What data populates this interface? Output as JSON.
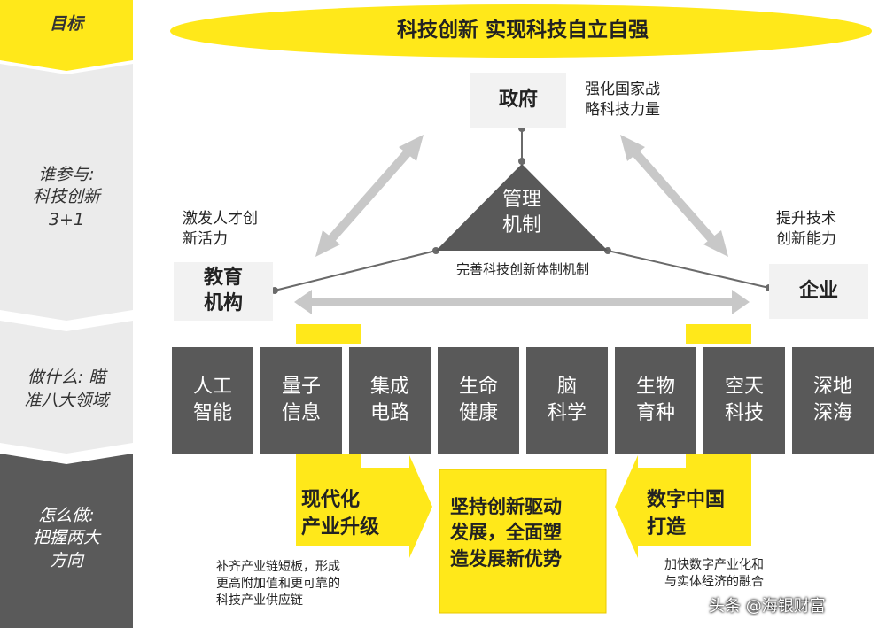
{
  "colors": {
    "accent": "#ffe81a",
    "dark_box": "#595959",
    "chevron": "#ebebeb",
    "chevron_dark": "#5a5a5a"
  },
  "rows": {
    "goal": "目标",
    "who": [
      "谁参与:",
      "科技创新",
      "3+1"
    ],
    "what": [
      "做什么: 瞄",
      "准八大领域"
    ],
    "how": [
      "怎么做:",
      "把握两大",
      "方向"
    ]
  },
  "title": "科技创新 实现科技自立自强",
  "gov": {
    "label": "政府",
    "note": [
      "强化国家战",
      "略科技力量"
    ]
  },
  "center": {
    "label": [
      "管理",
      "机制"
    ],
    "caption": "完善科技创新体制机制"
  },
  "edu": {
    "label": [
      "教育",
      "机构"
    ],
    "note": [
      "激发人才创",
      "新活力"
    ]
  },
  "ent": {
    "label": "企业",
    "note": [
      "提升技术",
      "创新能力"
    ]
  },
  "fields": [
    [
      "人工",
      "智能"
    ],
    [
      "量子",
      "信息"
    ],
    [
      "集成",
      "电路"
    ],
    [
      "生命",
      "健康"
    ],
    [
      "脑",
      "科学"
    ],
    [
      "生物",
      "育种"
    ],
    [
      "空天",
      "科技"
    ],
    [
      "深地",
      "深海"
    ]
  ],
  "left_arrow": {
    "label": [
      "现代化",
      "产业升级"
    ],
    "note": [
      "补齐产业链短板，形成",
      "更高附加值和更可靠的",
      "科技产业供应链"
    ]
  },
  "center_box": [
    "坚持创新驱动",
    "发展，全面塑",
    "造发展新优势"
  ],
  "right_arrow": {
    "label": [
      "数字中国",
      "打造"
    ],
    "note": [
      "加快数字产业化和",
      "与实体经济的融合"
    ]
  },
  "watermark": "头条 @海银财富"
}
